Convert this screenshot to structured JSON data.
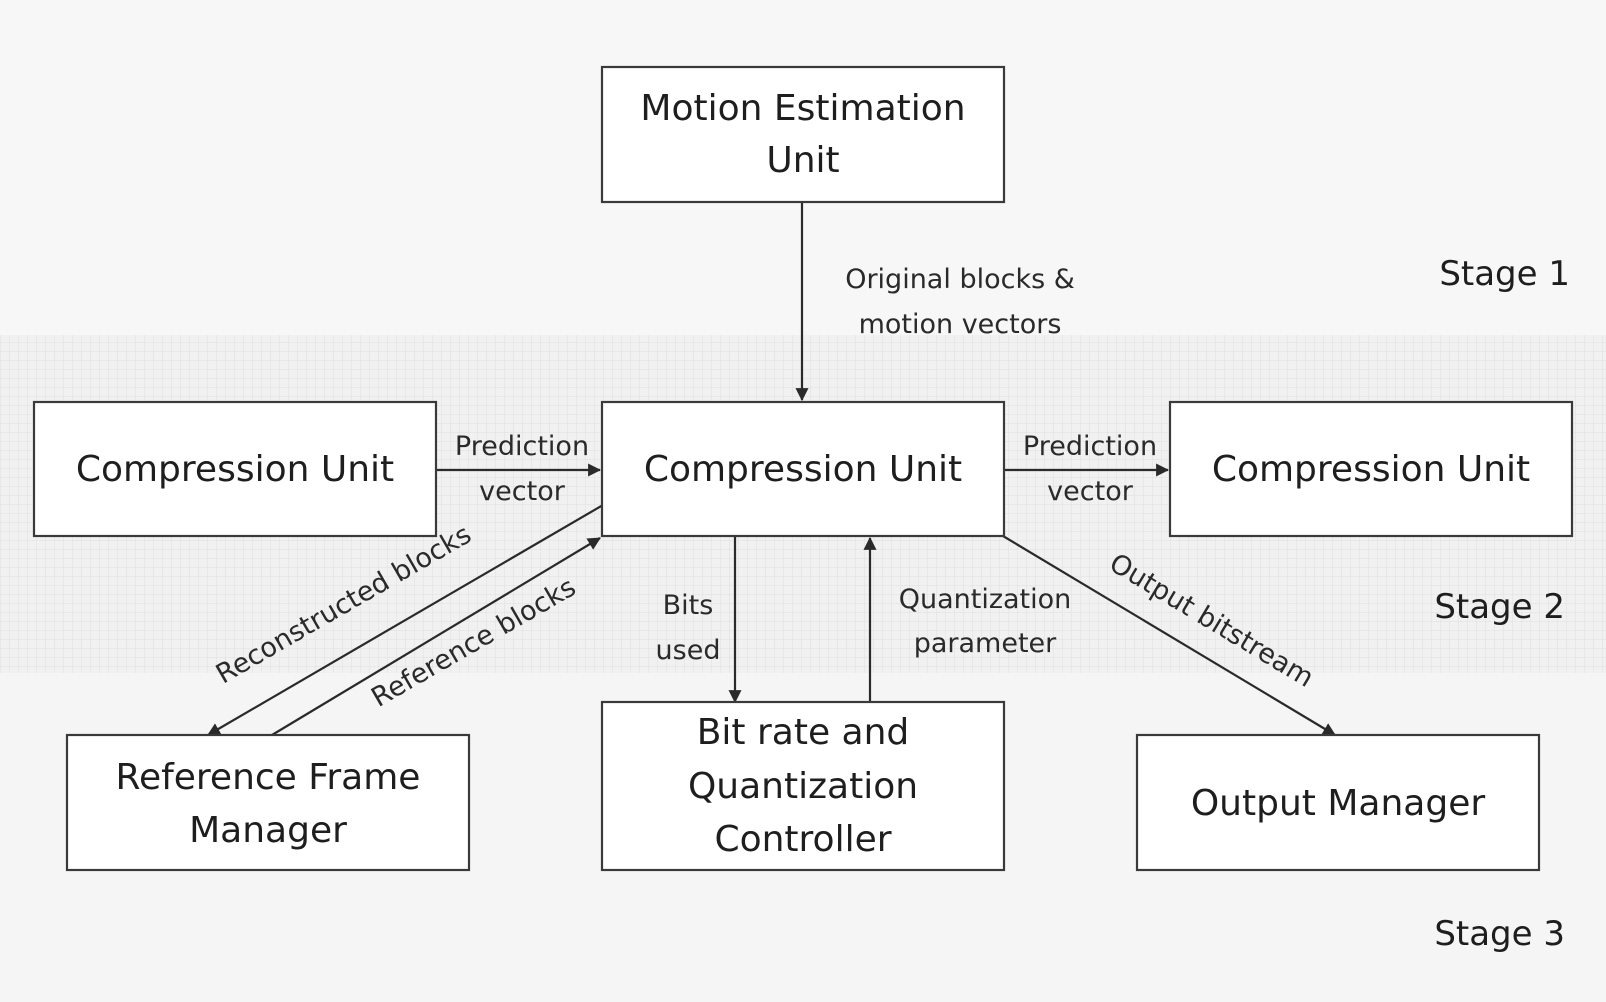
{
  "colors": {
    "stage1_bg": "#f7f7f7",
    "stage2_bg": "#f1f1f1",
    "stage2_grid": "#e0e0e0",
    "stage3_bg": "#f5f5f5",
    "box_fill": "#ffffff",
    "box_stroke": "#3a3a3a",
    "arrow": "#2a2a2a"
  },
  "stages": {
    "stage1": "Stage 1",
    "stage2": "Stage 2",
    "stage3": "Stage 3"
  },
  "boxes": {
    "motion_estimation": {
      "line1": "Motion Estimation",
      "line2": "Unit"
    },
    "compression_left": {
      "line1": "Compression Unit"
    },
    "compression_center": {
      "line1": "Compression Unit"
    },
    "compression_right": {
      "line1": "Compression Unit"
    },
    "reference_frame": {
      "line1": "Reference Frame",
      "line2": "Manager"
    },
    "bitrate_controller": {
      "line1": "Bit rate and",
      "line2": "Quantization",
      "line3": "Controller"
    },
    "output_manager": {
      "line1": "Output Manager"
    }
  },
  "edges": {
    "original_blocks": {
      "line1": "Original blocks &",
      "line2": "motion vectors"
    },
    "prediction_left": {
      "line1": "Prediction",
      "line2": "vector"
    },
    "prediction_right": {
      "line1": "Prediction",
      "line2": "vector"
    },
    "reconstructed_blocks": "Reconstructed blocks",
    "reference_blocks": "Reference blocks",
    "bits_used": {
      "line1": "Bits",
      "line2": "used"
    },
    "quantization_parameter": {
      "line1": "Quantization",
      "line2": "parameter"
    },
    "output_bitstream": "Output bitstream"
  }
}
